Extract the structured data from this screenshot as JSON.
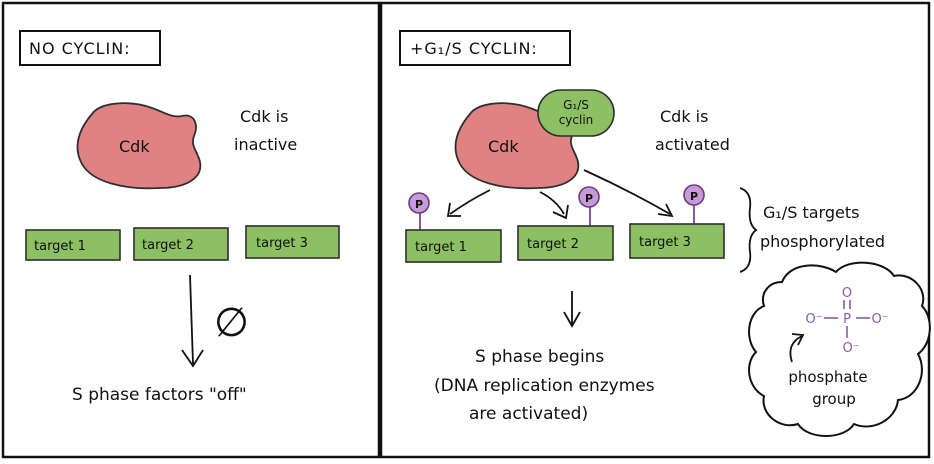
{
  "panel_left": {
    "title": "NO CYCLIN:",
    "enzyme": "Cdk",
    "status": [
      "Cdk is",
      "inactive"
    ],
    "targets": [
      "target 1",
      "target 2",
      "target 3"
    ],
    "no_effect_symbol": "∅",
    "outcome": "S phase factors \"off\""
  },
  "panel_right": {
    "title": "+G₁/S CYCLIN:",
    "enzyme": "Cdk",
    "cyclin": [
      "G₁/S",
      "cyclin"
    ],
    "status": [
      "Cdk is",
      "activated"
    ],
    "phosphate_tag": "P",
    "targets": [
      "target 1",
      "target 2",
      "target 3"
    ],
    "targets_note": [
      "G₁/S targets",
      "phosphorylated"
    ],
    "outcome": [
      "S phase begins",
      "(DNA replication enzymes",
      "are activated)"
    ],
    "phosphate_group": {
      "top_atom": "O",
      "left_atom": "O⁻",
      "center_atom": "P",
      "right_atom": "O⁻",
      "bottom_atom": "O⁻",
      "caption": [
        "phosphate",
        "group"
      ]
    }
  },
  "colors": {
    "cdk": "#e08283",
    "target": "#8cc063",
    "phosphate": "#c79bd8"
  }
}
